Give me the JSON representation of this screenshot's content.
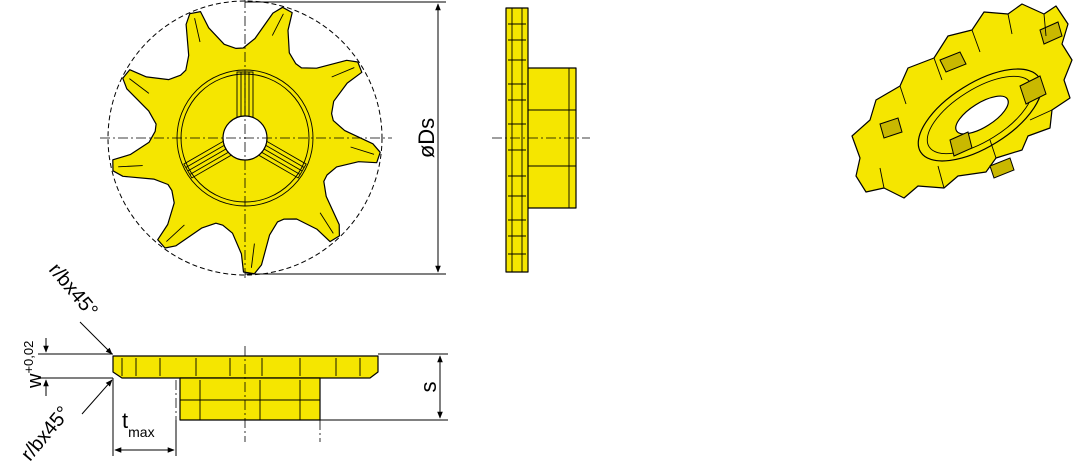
{
  "labels": {
    "diameter": "øDs",
    "thickness": "s",
    "width_base": "w",
    "width_tolerance": "+0,02",
    "tmax_base": "t",
    "tmax_sub": "max",
    "chamfer_top": "r/bx45°",
    "chamfer_bottom": "r/bx45°"
  },
  "colors": {
    "body": "#f5e600",
    "line": "#000000"
  },
  "tooth_count": 9
}
